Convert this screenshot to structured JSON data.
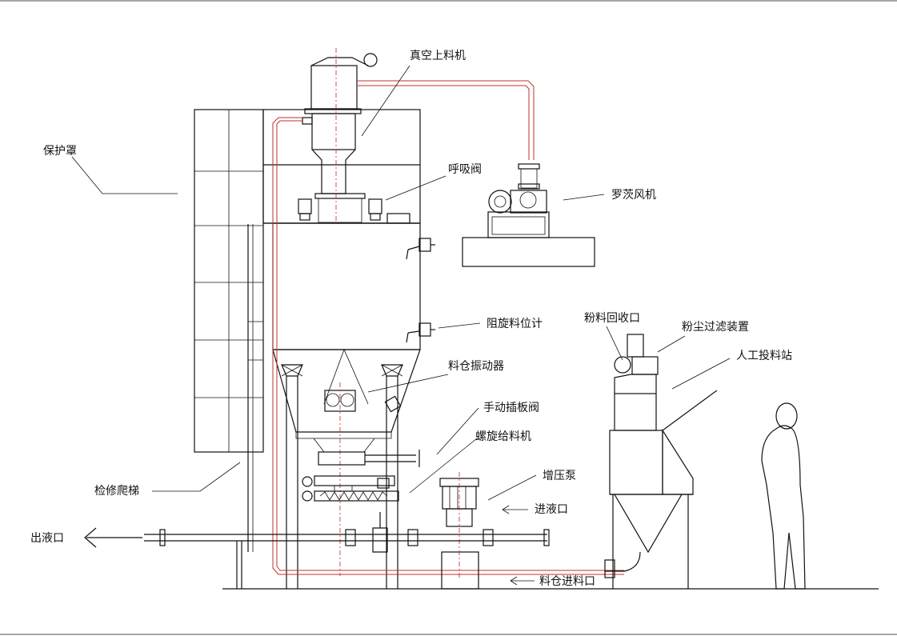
{
  "labels": {
    "vacuum_loader": "真空上料机",
    "breather_valve": "呼吸阀",
    "roots_blower": "罗茨风机",
    "protective_cover": "保护罩",
    "rotary_level_meter": "阻旋料位计",
    "bin_vibrator": "料仓振动器",
    "manual_gate_valve": "手动插板阀",
    "screw_feeder": "螺旋给料机",
    "booster_pump": "增压泵",
    "liquid_inlet": "进液口",
    "liquid_outlet": "出液口",
    "bin_feed_inlet": "料仓进料口",
    "maintenance_ladder": "检修爬梯",
    "powder_recovery_port": "粉料回收口",
    "dust_filter": "粉尘过滤装置",
    "manual_feeding_station": "人工投料站"
  },
  "colors": {
    "line": "#111111",
    "pipe": "#c03030",
    "centerline": "#d02020"
  }
}
